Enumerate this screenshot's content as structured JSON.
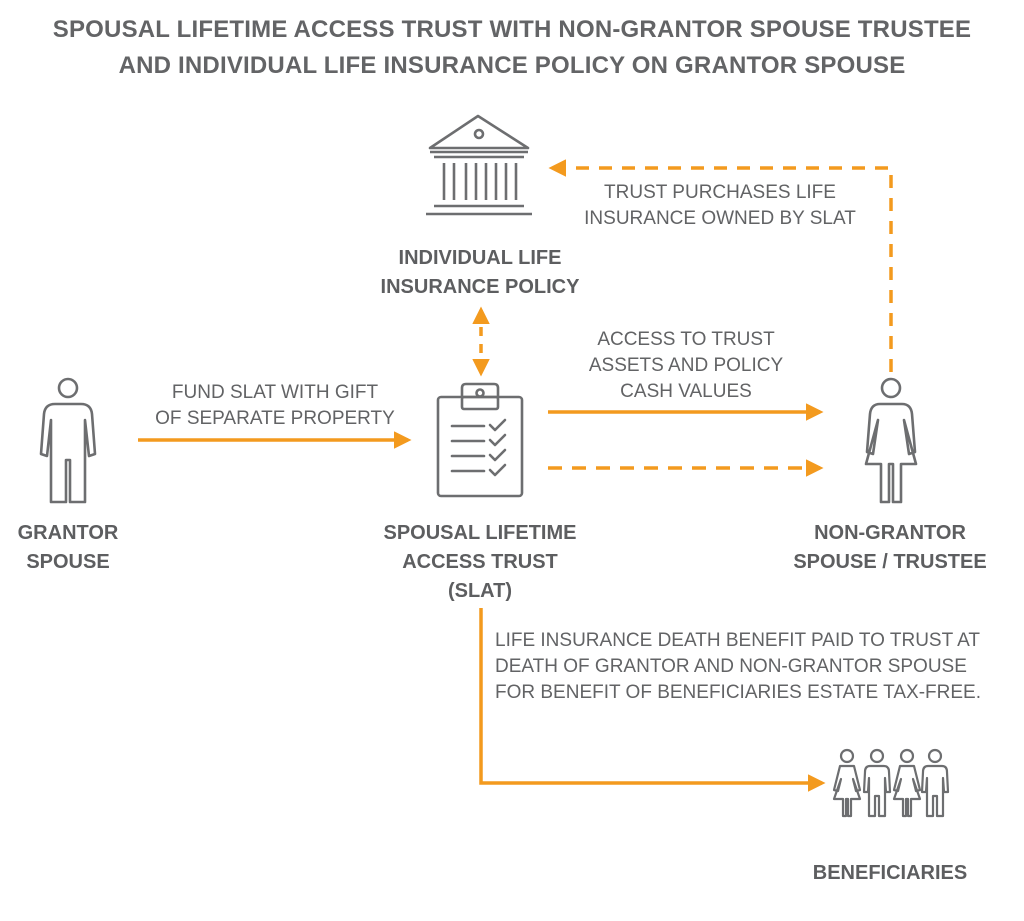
{
  "title": {
    "line1": "SPOUSAL LIFETIME ACCESS TRUST WITH NON-GRANTOR SPOUSE TRUSTEE",
    "line2": "AND INDIVIDUAL LIFE INSURANCE POLICY ON GRANTOR SPOUSE"
  },
  "colors": {
    "arrow": "#f39a1e",
    "icon": "#6d6e70",
    "text": "#5d5e60"
  },
  "nodes": {
    "policy": {
      "line1": "INDIVIDUAL LIFE",
      "line2": "INSURANCE POLICY",
      "icon": "bank-building-icon"
    },
    "grantor": {
      "line1": "GRANTOR",
      "line2": "SPOUSE",
      "icon": "male-person-icon"
    },
    "slat": {
      "line1": "SPOUSAL LIFETIME",
      "line2": "ACCESS TRUST",
      "line3": "(SLAT)",
      "icon": "clipboard-checklist-icon"
    },
    "non_grantor": {
      "line1": "NON-GRANTOR",
      "line2": "SPOUSE / TRUSTEE",
      "icon": "female-person-icon"
    },
    "beneficiaries": {
      "line1": "BENEFICIARIES",
      "icon": "family-group-icon"
    }
  },
  "flows": {
    "purchase": {
      "line1": "TRUST PURCHASES LIFE",
      "line2": "INSURANCE OWNED BY SLAT"
    },
    "fund": {
      "line1": "FUND SLAT WITH GIFT",
      "line2": "OF SEPARATE PROPERTY"
    },
    "access": {
      "line1": "ACCESS TO TRUST",
      "line2": "ASSETS AND POLICY",
      "line3": "CASH VALUES"
    },
    "death_benefit": {
      "line1": "LIFE INSURANCE DEATH BENEFIT PAID TO TRUST AT",
      "line2": "DEATH OF GRANTOR AND NON-GRANTOR SPOUSE",
      "line3": "FOR BENEFIT OF BENEFICIARIES ESTATE TAX-FREE."
    }
  }
}
